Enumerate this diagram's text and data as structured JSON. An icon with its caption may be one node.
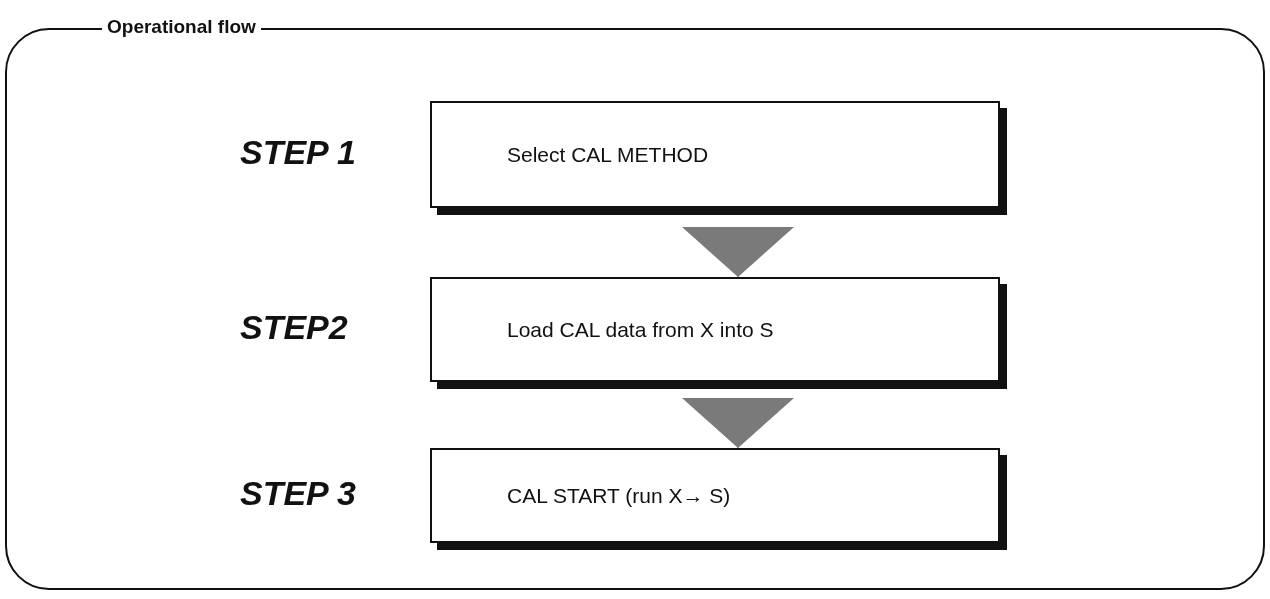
{
  "diagram": {
    "nodes": [
      {
        "text": [
          "Operational flow"
        ]
      },
      {
        "text": [
          "Select CAL METHOD"
        ],
        "in": 0,
        "beside": [
          "STEP 1"
        ]
      },
      {
        "text": [
          "Load CAL data from X into S"
        ],
        "in": 0,
        "beside": [
          "STEP2"
        ]
      },
      {
        "text": [
          "CAL START (run X→ S)"
        ],
        "in": 0,
        "beside": [
          "STEP 3"
        ]
      }
    ],
    "edges": [
      {
        "from": 1,
        "to": 2,
        "arrow": "to"
      },
      {
        "from": 2,
        "to": 3,
        "arrow": "to"
      }
    ]
  }
}
